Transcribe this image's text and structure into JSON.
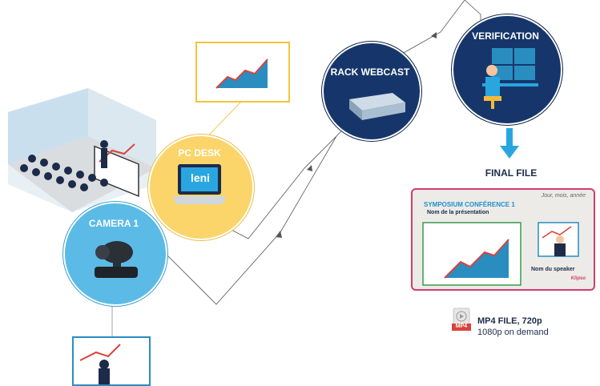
{
  "nodes": {
    "camera": {
      "label": "CAMERA 1"
    },
    "pc_desk": {
      "label": "PC DESK"
    },
    "rack": {
      "label": "RACK WEBCAST"
    },
    "verification": {
      "label": "VERIFICATION"
    }
  },
  "final": {
    "title": "FINAL FILE",
    "slide": {
      "title": "SYMPOSIUM CONFÉRENCE 1",
      "subtitle": "Nom de la présentation",
      "date": "Jour, mois, année",
      "speaker": "Nom du speaker",
      "logo": "Klipso"
    },
    "file": {
      "badge": "MP4",
      "line1": "MP4 FILE, 720p",
      "line2": "1080p on demand"
    }
  },
  "pc_logo": "leni",
  "colors": {
    "dark_blue": "#16366b",
    "light_blue": "#5bbbe6",
    "yellow": "#fbd56a",
    "accent_blue": "#29a6e0",
    "pink": "#d33c6a",
    "chart_red": "#d9433b",
    "chart_blue": "#2a8dc0"
  }
}
